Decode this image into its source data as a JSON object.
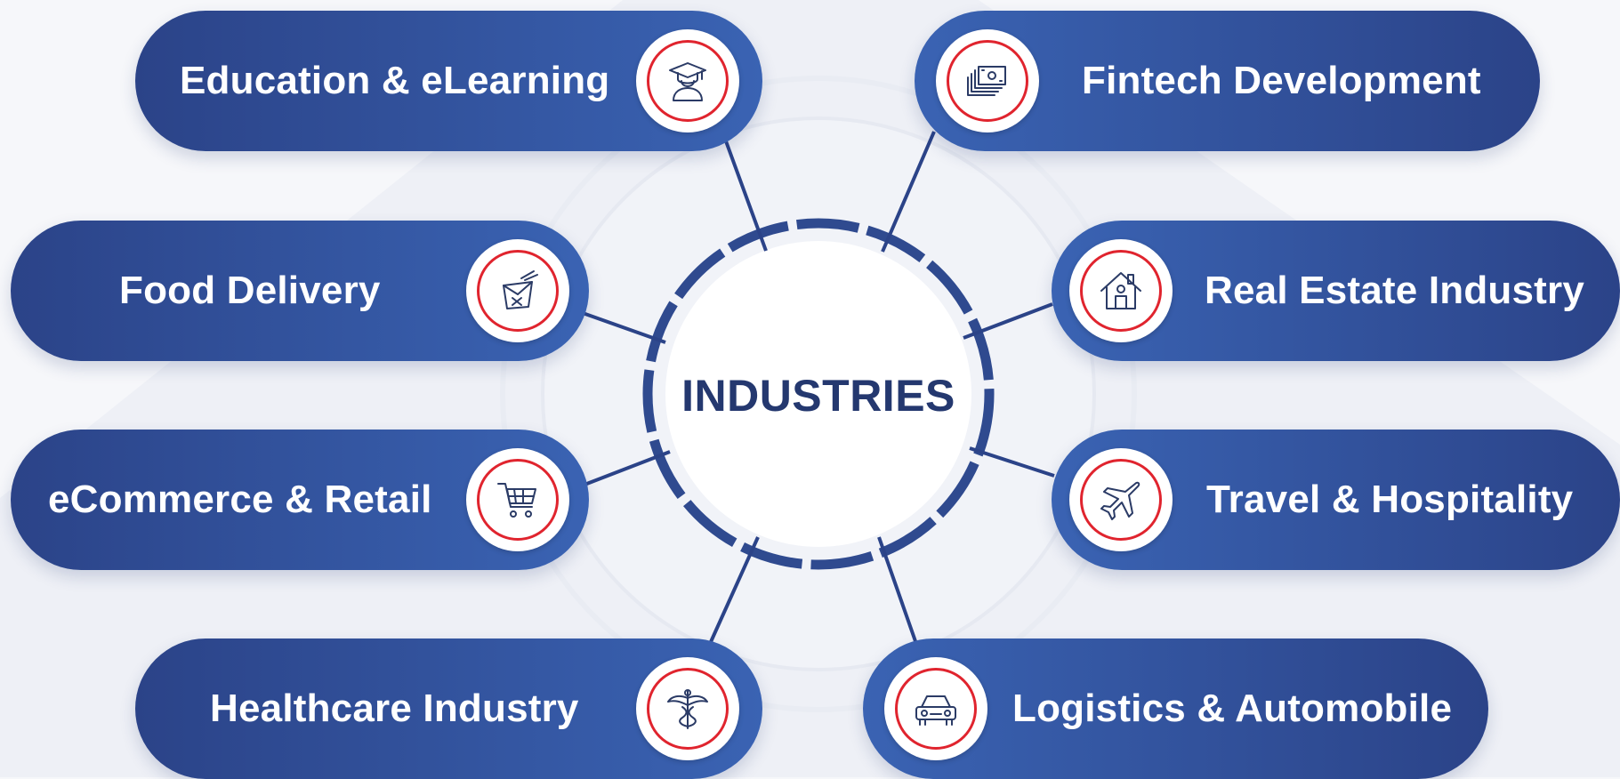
{
  "center": {
    "title": "INDUSTRIES"
  },
  "colors": {
    "pill_dark": "#2b4388",
    "pill_light": "#3a63b3",
    "ring": "#2f4a8f",
    "icon_ring_red": "#e0242e",
    "title_text": "#24386f"
  },
  "industries": [
    {
      "label": "Education & eLearning",
      "icon": "graduate-icon"
    },
    {
      "label": "Fintech Development",
      "icon": "money-stack-icon"
    },
    {
      "label": "Food Delivery",
      "icon": "takeout-box-icon"
    },
    {
      "label": "Real Estate Industry",
      "icon": "house-icon"
    },
    {
      "label": "eCommerce & Retail",
      "icon": "shopping-cart-icon"
    },
    {
      "label": "Travel & Hospitality",
      "icon": "airplane-icon"
    },
    {
      "label": "Healthcare Industry",
      "icon": "caduceus-icon"
    },
    {
      "label": "Logistics & Automobile",
      "icon": "car-icon"
    }
  ]
}
